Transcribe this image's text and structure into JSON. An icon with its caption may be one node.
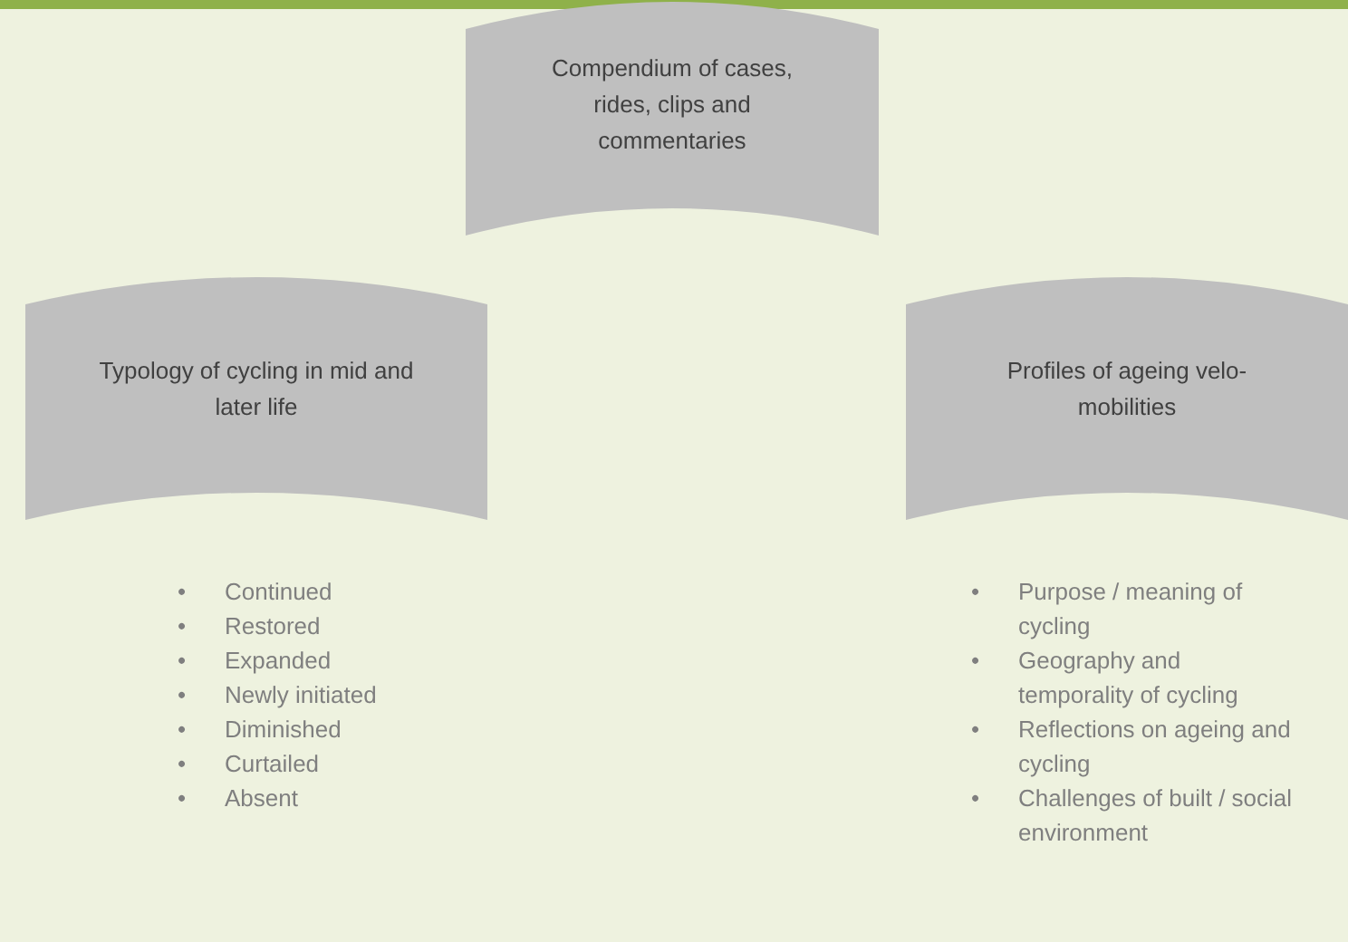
{
  "diagram": {
    "nodes": [
      {
        "text": [
          "Compendium of cases, rides, clips and commentaries"
        ]
      },
      {
        "text": [
          "Typology of cycling in mid and later life"
        ]
      },
      {
        "text": [
          "Profiles of ageing velo-mobilities"
        ]
      }
    ],
    "labels": [
      "•",
      "Continued",
      "•",
      "Restored",
      "•",
      "Expanded",
      "•",
      "Newly initiated",
      "•",
      "Diminished",
      "•",
      "Curtailed",
      "•",
      "Absent",
      "•",
      "Purpose / meaning of cycling",
      "•",
      "Geography and temporality of cycling",
      "•",
      "Reflections on ageing and cycling",
      "•",
      "Challenges of built / social environment"
    ]
  }
}
